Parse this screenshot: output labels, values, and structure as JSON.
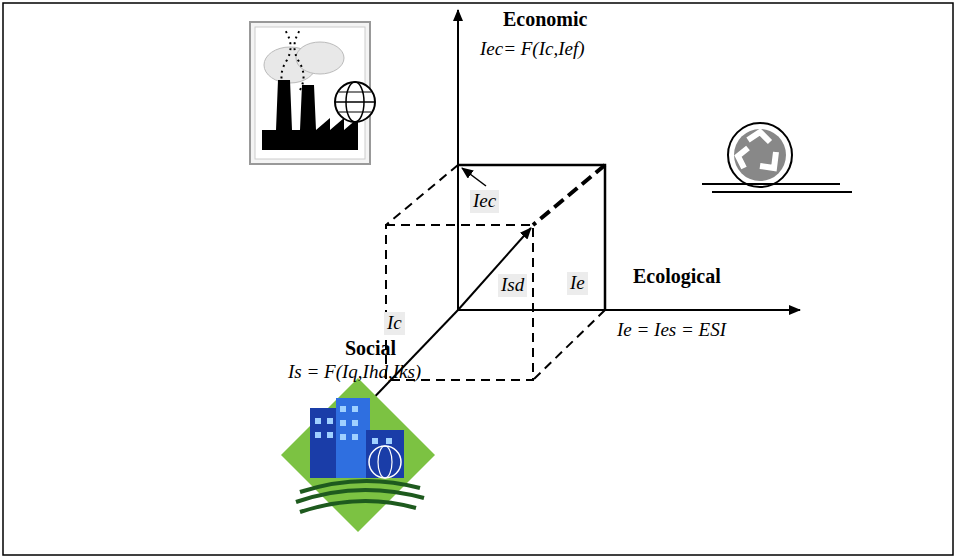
{
  "diagram": {
    "labels": [
      "Economic",
      "Iec= F(Ic,Ief)",
      "Ecological",
      "Ie = Ies = ESI",
      "Social",
      "Is = F(Iq,Ihd,Iks)",
      "Iec",
      "Ie",
      "Isd",
      "Ic"
    ]
  }
}
